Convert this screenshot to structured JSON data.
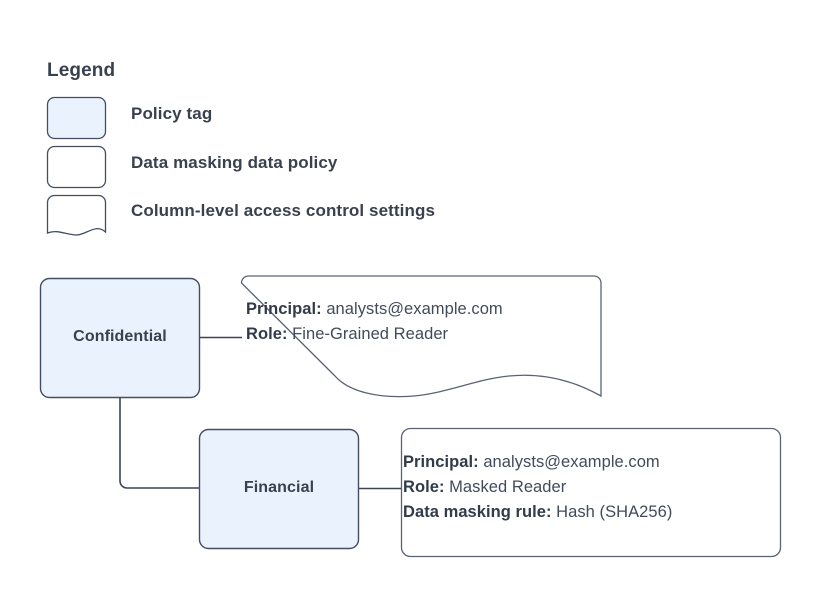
{
  "legend": {
    "title": "Legend",
    "items": [
      {
        "shape": "policy-tag-swatch",
        "label": "Policy tag",
        "fill": "#eaf2fd",
        "stroke": "#434e63"
      },
      {
        "shape": "data-policy-swatch",
        "label": "Data masking data policy",
        "fill": "#ffffff",
        "stroke": "#434e63"
      },
      {
        "shape": "access-settings-swatch",
        "label": "Column-level access control settings",
        "fill": "#ffffff",
        "stroke": "#434e63"
      }
    ]
  },
  "diagram": {
    "nodes": [
      {
        "id": "confidential",
        "label": "Confidential",
        "type": "policy-tag",
        "fill": "#eaf2fd",
        "stroke": "#434e63"
      },
      {
        "id": "financial",
        "label": "Financial",
        "type": "policy-tag",
        "fill": "#eaf2fd",
        "stroke": "#434e63"
      }
    ],
    "callouts": [
      {
        "id": "callout-confidential",
        "shape": "document-wavy",
        "attached_to": "confidential",
        "rows": [
          {
            "key": "Principal:",
            "value": "analysts@example.com"
          },
          {
            "key": "Role:",
            "value": "Fine-Grained Reader"
          }
        ]
      },
      {
        "id": "callout-financial",
        "shape": "rounded-rect",
        "attached_to": "financial",
        "rows": [
          {
            "key": "Principal:",
            "value": "analysts@example.com"
          },
          {
            "key": "Role:",
            "value": "Masked Reader"
          },
          {
            "key": "Data masking rule:",
            "value": "Hash (SHA256)"
          }
        ]
      }
    ],
    "edges": [
      {
        "from": "confidential",
        "to": "callout-confidential",
        "style": "straight"
      },
      {
        "from": "confidential",
        "to": "financial",
        "style": "elbow"
      },
      {
        "from": "financial",
        "to": "callout-financial",
        "style": "straight"
      }
    ]
  },
  "colors": {
    "background": "#ffffff",
    "tag_fill": "#eaf2fd",
    "node_stroke": "#434e63",
    "callout_stroke": "#5a6375",
    "edge_stroke": "#3a4453",
    "text": "#39414f"
  }
}
